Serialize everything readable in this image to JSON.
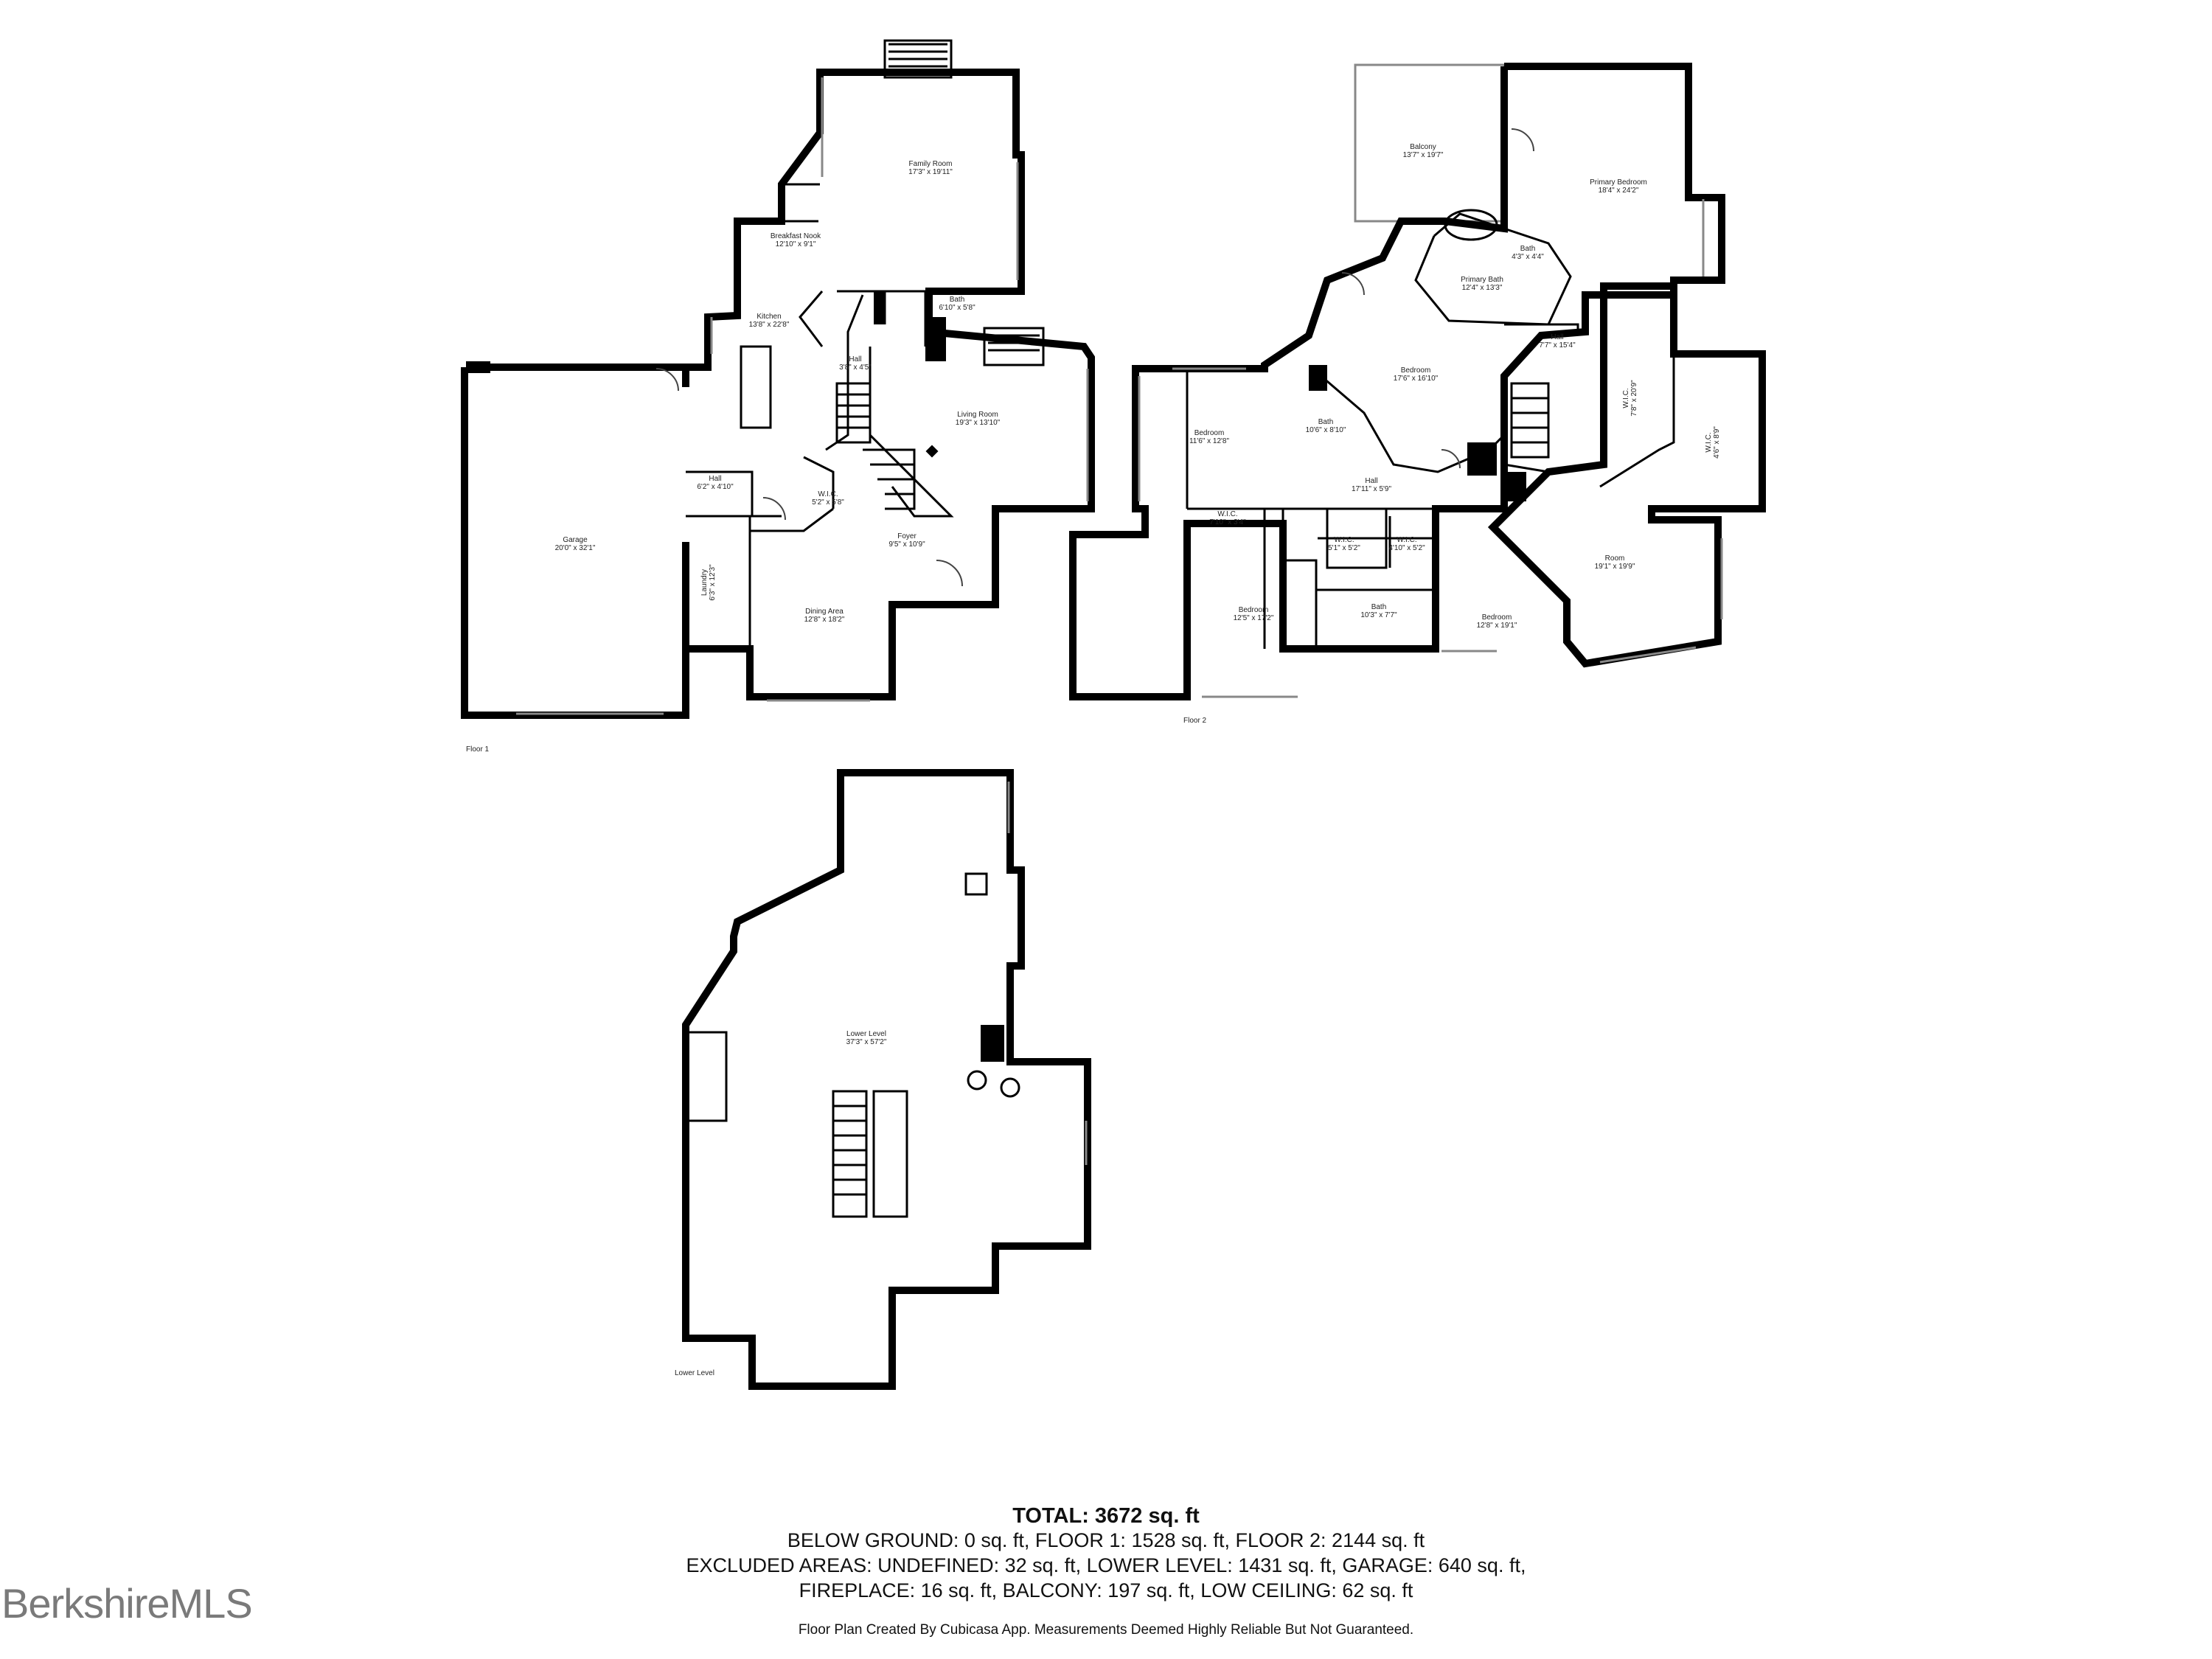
{
  "floors": {
    "floor1": {
      "label": "Floor 1"
    },
    "floor2": {
      "label": "Floor 2"
    },
    "lower": {
      "label": "Lower Level"
    }
  },
  "rooms": {
    "family_room": {
      "name": "Family Room",
      "dims": "17'3\" x 19'11\""
    },
    "breakfast_nook": {
      "name": "Breakfast Nook",
      "dims": "12'10\" x 9'1\""
    },
    "kitchen": {
      "name": "Kitchen",
      "dims": "13'8\" x 22'8\""
    },
    "bath_f1": {
      "name": "Bath",
      "dims": "6'10\" x 5'8\""
    },
    "hall_f1a": {
      "name": "Hall",
      "dims": "3'8\" x 4'5\""
    },
    "living_room": {
      "name": "Living Room",
      "dims": "19'3\" x 13'10\""
    },
    "garage": {
      "name": "Garage",
      "dims": "20'0\" x 32'1\""
    },
    "hall_f1b": {
      "name": "Hall",
      "dims": "6'2\" x 4'10\""
    },
    "wic_f1": {
      "name": "W.I.C.",
      "dims": "5'2\" x 5'8\""
    },
    "laundry": {
      "name": "Laundry",
      "dims": "6'3\" x 12'3\""
    },
    "foyer": {
      "name": "Foyer",
      "dims": "9'5\" x 10'9\""
    },
    "dining": {
      "name": "Dining Area",
      "dims": "12'8\" x 18'2\""
    },
    "balcony": {
      "name": "Balcony",
      "dims": "13'7\" x 19'7\""
    },
    "primary_bed": {
      "name": "Primary Bedroom",
      "dims": "18'4\" x 24'2\""
    },
    "bath_small": {
      "name": "Bath",
      "dims": "4'3\" x 4'4\""
    },
    "primary_bath": {
      "name": "Primary Bath",
      "dims": "12'4\" x 13'3\""
    },
    "hall_f2a": {
      "name": "Hall",
      "dims": "7'7\" x 15'4\""
    },
    "bedroom_center": {
      "name": "Bedroom",
      "dims": "17'6\" x 16'10\""
    },
    "bedroom_left": {
      "name": "Bedroom",
      "dims": "11'6\" x 12'8\""
    },
    "bath_f2a": {
      "name": "Bath",
      "dims": "10'6\" x 8'10\""
    },
    "wic_big": {
      "name": "W.I.C.",
      "dims": "7'8\" x 20'9\""
    },
    "wic_small_right": {
      "name": "W.I.C.",
      "dims": "4'6\" x 8'9\""
    },
    "hall_f2b": {
      "name": "Hall",
      "dims": "17'11\" x 5'9\""
    },
    "wic_f2a": {
      "name": "W.I.C.",
      "dims": "7'10\" x 3'4\""
    },
    "wic_f2b": {
      "name": "W.I.C.",
      "dims": "5'1\" x 5'2\""
    },
    "wic_f2c": {
      "name": "W.I.C.",
      "dims": "4'10\" x 5'2\""
    },
    "room": {
      "name": "Room",
      "dims": "19'1\" x 19'9\""
    },
    "bedroom_bl": {
      "name": "Bedroom",
      "dims": "12'5\" x 17'2\""
    },
    "bath_f2b": {
      "name": "Bath",
      "dims": "10'3\" x 7'7\""
    },
    "bedroom_bc": {
      "name": "Bedroom",
      "dims": "12'8\" x 19'1\""
    },
    "lower_level": {
      "name": "Lower Level",
      "dims": "37'3\" x 57'2\""
    }
  },
  "summary": {
    "total": "TOTAL: 3672 sq. ft",
    "line1": "BELOW GROUND: 0 sq. ft, FLOOR 1: 1528 sq. ft, FLOOR 2: 2144 sq. ft",
    "line2": "EXCLUDED AREAS: UNDEFINED: 32 sq. ft, LOWER LEVEL: 1431 sq. ft, GARAGE: 640 sq. ft,",
    "line3": "FIREPLACE: 16 sq. ft, BALCONY: 197 sq. ft, LOW CEILING: 62 sq. ft",
    "footer": "Floor Plan Created By Cubicasa App. Measurements Deemed Highly Reliable But Not Guaranteed."
  },
  "brand": {
    "text": "BerkshireMLS"
  }
}
